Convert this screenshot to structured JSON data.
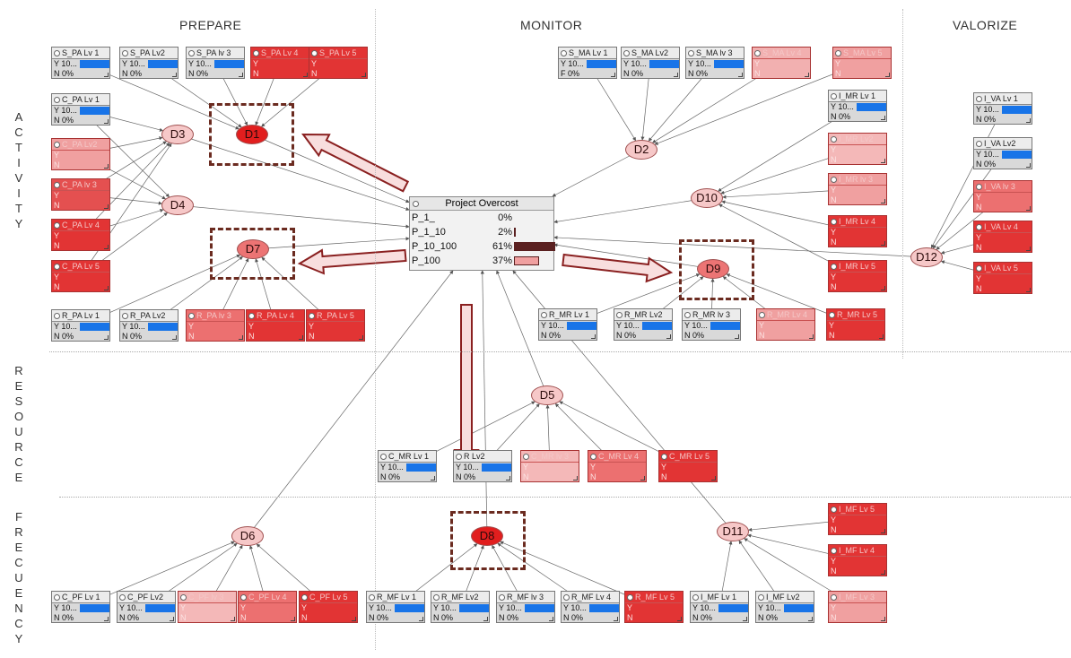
{
  "headers": {
    "prepare": "PREPARE",
    "monitor": "MONITOR",
    "valorize": "VALORIZE"
  },
  "side_labels": {
    "activity": "ACTIVITY",
    "resource": "RESOURCE",
    "frequency": "FRECUENCY"
  },
  "nodes": [
    {
      "id": "S_PA1",
      "title": "S_PA Lv 1",
      "style": "gray",
      "rows": [
        "Y 10...",
        "N  0%"
      ]
    },
    {
      "id": "S_PA2",
      "title": "S_PA  Lv2",
      "style": "gray",
      "rows": [
        "Y 10...",
        "N  0%"
      ]
    },
    {
      "id": "S_PA3",
      "title": "S_PA  lv 3",
      "style": "gray",
      "rows": [
        "Y 10...",
        "N  0%"
      ]
    },
    {
      "id": "S_PA4",
      "title": "S_PA Lv 4",
      "style": "red",
      "color": "#e23434",
      "rows": [
        "Y",
        "N"
      ]
    },
    {
      "id": "S_PA5",
      "title": "S_PA Lv 5",
      "style": "red",
      "color": "#e23434",
      "rows": [
        "Y",
        "N"
      ]
    },
    {
      "id": "C_PA1",
      "title": "C_PA Lv 1",
      "style": "gray",
      "rows": [
        "Y 10...",
        "N  0%"
      ]
    },
    {
      "id": "C_PA2",
      "title": "C_PA Lv2",
      "style": "red",
      "color": "#f0a0a0",
      "rows": [
        "Y",
        "N"
      ]
    },
    {
      "id": "C_PA3",
      "title": "C_PA lv 3",
      "style": "red",
      "color": "#e45050",
      "rows": [
        "Y",
        "N"
      ]
    },
    {
      "id": "C_PA4",
      "title": "C_PA Lv 4",
      "style": "red",
      "color": "#e23434",
      "rows": [
        "Y",
        "N"
      ]
    },
    {
      "id": "C_PA5",
      "title": "C_PA Lv 5",
      "style": "red",
      "color": "#e23434",
      "rows": [
        "Y",
        "N"
      ]
    },
    {
      "id": "R_PA1",
      "title": "R_PA Lv 1",
      "style": "gray",
      "rows": [
        "Y 10...",
        "N  0%"
      ]
    },
    {
      "id": "R_PA2",
      "title": "R_PA  Lv2",
      "style": "gray",
      "rows": [
        "Y 10...",
        "N  0%"
      ]
    },
    {
      "id": "R_PA3",
      "title": "R_PA lv 3",
      "style": "red",
      "color": "#ec7070",
      "rows": [
        "Y",
        "N"
      ]
    },
    {
      "id": "R_PA4",
      "title": "R_PA Lv 4",
      "style": "red",
      "color": "#e23434",
      "rows": [
        "Y",
        "N"
      ]
    },
    {
      "id": "R_PA5",
      "title": "R_PA Lv 5",
      "style": "red",
      "color": "#e23434",
      "rows": [
        "Y",
        "N"
      ]
    },
    {
      "id": "S_MA1",
      "title": "S_MA Lv 1",
      "style": "gray",
      "rows": [
        "Y 10...",
        "F  0%"
      ]
    },
    {
      "id": "S_MA2",
      "title": "S_MA  Lv2",
      "style": "gray",
      "rows": [
        "Y 10...",
        "N  0%"
      ]
    },
    {
      "id": "S_MA3",
      "title": "S_MA  lv 3",
      "style": "gray",
      "rows": [
        "Y 10...",
        "N  0%"
      ]
    },
    {
      "id": "S_MA4",
      "title": "S_MA Lv 4",
      "style": "red",
      "color": "#f2b0b0",
      "rows": [
        "Y",
        "N"
      ]
    },
    {
      "id": "S_MA5",
      "title": "S_MA  Lv 5",
      "style": "red",
      "color": "#f0a0a0",
      "rows": [
        "Y",
        "N"
      ]
    },
    {
      "id": "I_MR1",
      "title": "I_MR Lv 1",
      "style": "gray",
      "rows": [
        "Y 10...",
        "N  0%"
      ]
    },
    {
      "id": "I_MR2",
      "title": "I_MR Lv2",
      "style": "red",
      "color": "#f4b8b8",
      "rows": [
        "Y",
        "N"
      ]
    },
    {
      "id": "I_MR3",
      "title": "I_MR lv 3",
      "style": "red",
      "color": "#f0a0a0",
      "rows": [
        "Y",
        "N"
      ]
    },
    {
      "id": "I_MR4",
      "title": "I_MR Lv 4",
      "style": "red",
      "color": "#e23434",
      "rows": [
        "Y",
        "N"
      ]
    },
    {
      "id": "I_MR5",
      "title": "I_MR Lv 5",
      "style": "red",
      "color": "#e23434",
      "rows": [
        "Y",
        "N"
      ]
    },
    {
      "id": "I_VA1",
      "title": "I_VA Lv 1",
      "style": "gray",
      "rows": [
        "Y 10...",
        "N  0%"
      ]
    },
    {
      "id": "I_VA2",
      "title": "I_VA Lv2",
      "style": "gray",
      "rows": [
        "Y 10...",
        "N  0%"
      ]
    },
    {
      "id": "I_VA3",
      "title": "I_VA lv 3",
      "style": "red",
      "color": "#ec7070",
      "rows": [
        "Y",
        "N"
      ]
    },
    {
      "id": "I_VA4",
      "title": "I_VA Lv 4",
      "style": "red",
      "color": "#e23434",
      "rows": [
        "Y",
        "N"
      ]
    },
    {
      "id": "I_VA5",
      "title": "I_VA Lv 5",
      "style": "red",
      "color": "#e23434",
      "rows": [
        "Y",
        "N"
      ]
    },
    {
      "id": "R_MR1",
      "title": "R_MR Lv 1",
      "style": "gray",
      "rows": [
        "Y 10...",
        "N  0%"
      ]
    },
    {
      "id": "R_MR2",
      "title": "R_MR  Lv2",
      "style": "gray",
      "rows": [
        "Y 10...",
        "N  0%"
      ]
    },
    {
      "id": "R_MR3",
      "title": "R_MR lv 3",
      "style": "gray",
      "rows": [
        "Y 10...",
        "N  0%"
      ]
    },
    {
      "id": "R_MR4",
      "title": "R_MR Lv 4",
      "style": "red",
      "color": "#f0a0a0",
      "rows": [
        "Y",
        "N"
      ]
    },
    {
      "id": "R_MR5",
      "title": "R_MR Lv 5",
      "style": "red",
      "color": "#e23434",
      "rows": [
        "Y",
        "N"
      ]
    },
    {
      "id": "C_MR1",
      "title": "C_MR Lv 1",
      "style": "gray",
      "rows": [
        "Y 10...",
        "N  0%"
      ]
    },
    {
      "id": "C_MR2",
      "title": "R Lv2",
      "style": "gray",
      "rows": [
        "Y 10...",
        "N  0%"
      ]
    },
    {
      "id": "C_MR3",
      "title": "C_MR lv 3",
      "style": "red",
      "color": "#f4b8b8",
      "rows": [
        "Y",
        "N"
      ]
    },
    {
      "id": "C_MR4",
      "title": "C_MR Lv 4",
      "style": "red",
      "color": "#ec7070",
      "rows": [
        "Y",
        "N"
      ]
    },
    {
      "id": "C_MR5",
      "title": "C_MR Lv 5",
      "style": "red",
      "color": "#e23434",
      "rows": [
        "Y",
        "N"
      ]
    },
    {
      "id": "C_PF1",
      "title": "C_PF Lv 1",
      "style": "gray",
      "rows": [
        "Y 10...",
        "N  0%"
      ]
    },
    {
      "id": "C_PF2",
      "title": "C_PF Lv2",
      "style": "gray",
      "rows": [
        "Y 10...",
        "N  0%"
      ]
    },
    {
      "id": "C_PF3",
      "title": "C_PF lv 3",
      "style": "red",
      "color": "#f4b8b8",
      "rows": [
        "Y",
        "N"
      ]
    },
    {
      "id": "C_PF4",
      "title": "C_PF Lv 4",
      "style": "red",
      "color": "#ec7070",
      "rows": [
        "Y",
        "N"
      ]
    },
    {
      "id": "C_PF5",
      "title": "C_PF Lv 5",
      "style": "red",
      "color": "#e23434",
      "rows": [
        "Y",
        "N"
      ]
    },
    {
      "id": "R_MF1",
      "title": "R_MF Lv 1",
      "style": "gray",
      "rows": [
        "Y 10...",
        "N  0%"
      ]
    },
    {
      "id": "R_MF2",
      "title": "R_MF  Lv2",
      "style": "gray",
      "rows": [
        "Y 10...",
        "N  0%"
      ]
    },
    {
      "id": "R_MF3",
      "title": "R_MF lv 3",
      "style": "gray",
      "rows": [
        "Y 10...",
        "N  0%"
      ]
    },
    {
      "id": "R_MF4",
      "title": "R_MF Lv 4",
      "style": "gray",
      "rows": [
        "Y 10...",
        "N  0%"
      ]
    },
    {
      "id": "R_MF5",
      "title": "R_MF Lv 5",
      "style": "red",
      "color": "#e23434",
      "rows": [
        "Y",
        "N"
      ]
    },
    {
      "id": "I_MF1",
      "title": "I_MF Lv 1",
      "style": "gray",
      "rows": [
        "Y 10...",
        "N  0%"
      ]
    },
    {
      "id": "I_MF2",
      "title": "I_MF  Lv2",
      "style": "gray",
      "rows": [
        "Y 10...",
        "N  0%"
      ]
    },
    {
      "id": "I_MF3",
      "title": "I_MF Lv 3",
      "style": "red",
      "color": "#f0a0a0",
      "rows": [
        "Y",
        "N"
      ]
    },
    {
      "id": "I_MF4",
      "title": "I_MF Lv 4",
      "style": "red",
      "color": "#e23434",
      "rows": [
        "Y",
        "N"
      ]
    },
    {
      "id": "I_MF5",
      "title": "I_MF Lv 5",
      "style": "red",
      "color": "#e23434",
      "rows": [
        "Y",
        "N"
      ]
    }
  ],
  "ellipses": [
    {
      "id": "D1",
      "label": "D1",
      "shade": "dark"
    },
    {
      "id": "D2",
      "label": "D2",
      "shade": "light"
    },
    {
      "id": "D3",
      "label": "D3",
      "shade": "light"
    },
    {
      "id": "D4",
      "label": "D4",
      "shade": "light"
    },
    {
      "id": "D5",
      "label": "D5",
      "shade": "light"
    },
    {
      "id": "D6",
      "label": "D6",
      "shade": "light"
    },
    {
      "id": "D7",
      "label": "D7",
      "shade": "mid"
    },
    {
      "id": "D8",
      "label": "D8",
      "shade": "dark"
    },
    {
      "id": "D9",
      "label": "D9",
      "shade": "mid"
    },
    {
      "id": "D10",
      "label": "D10",
      "shade": "light"
    },
    {
      "id": "D11",
      "label": "D11",
      "shade": "light"
    },
    {
      "id": "D12",
      "label": "D12",
      "shade": "light"
    }
  ],
  "highlighted": [
    "D1",
    "D7",
    "D8",
    "D9"
  ],
  "project_overcost": {
    "title": "Project Overcost",
    "rows": [
      {
        "label": "P_1_",
        "value": "0%",
        "fraction": 0.0
      },
      {
        "label": "P_1_10",
        "value": "2%",
        "fraction": 0.02
      },
      {
        "label": "P_10_100",
        "value": "61%",
        "fraction": 0.61
      },
      {
        "label": "P_100",
        "value": "37%",
        "fraction": 0.37
      }
    ]
  },
  "edges": [
    [
      "S_PA1",
      "D1"
    ],
    [
      "S_PA2",
      "D1"
    ],
    [
      "S_PA3",
      "D1"
    ],
    [
      "S_PA4",
      "D1"
    ],
    [
      "S_PA5",
      "D1"
    ],
    [
      "C_PA1",
      "D3"
    ],
    [
      "C_PA2",
      "D3"
    ],
    [
      "C_PA3",
      "D3"
    ],
    [
      "C_PA4",
      "D3"
    ],
    [
      "C_PA5",
      "D3"
    ],
    [
      "C_PA1",
      "D4"
    ],
    [
      "C_PA2",
      "D4"
    ],
    [
      "C_PA3",
      "D4"
    ],
    [
      "C_PA4",
      "D4"
    ],
    [
      "C_PA5",
      "D4"
    ],
    [
      "R_PA1",
      "D7"
    ],
    [
      "R_PA2",
      "D7"
    ],
    [
      "R_PA3",
      "D7"
    ],
    [
      "R_PA4",
      "D7"
    ],
    [
      "R_PA5",
      "D7"
    ],
    [
      "S_MA1",
      "D2"
    ],
    [
      "S_MA2",
      "D2"
    ],
    [
      "S_MA3",
      "D2"
    ],
    [
      "S_MA4",
      "D2"
    ],
    [
      "S_MA5",
      "D2"
    ],
    [
      "I_MR1",
      "D10"
    ],
    [
      "I_MR2",
      "D10"
    ],
    [
      "I_MR3",
      "D10"
    ],
    [
      "I_MR4",
      "D10"
    ],
    [
      "I_MR5",
      "D10"
    ],
    [
      "I_VA1",
      "D12"
    ],
    [
      "I_VA2",
      "D12"
    ],
    [
      "I_VA3",
      "D12"
    ],
    [
      "I_VA4",
      "D12"
    ],
    [
      "I_VA5",
      "D12"
    ],
    [
      "R_MR1",
      "D9"
    ],
    [
      "R_MR2",
      "D9"
    ],
    [
      "R_MR3",
      "D9"
    ],
    [
      "R_MR4",
      "D9"
    ],
    [
      "R_MR5",
      "D9"
    ],
    [
      "C_MR1",
      "D5"
    ],
    [
      "C_MR2",
      "D5"
    ],
    [
      "C_MR3",
      "D5"
    ],
    [
      "C_MR4",
      "D5"
    ],
    [
      "C_MR5",
      "D5"
    ],
    [
      "C_PF1",
      "D6"
    ],
    [
      "C_PF2",
      "D6"
    ],
    [
      "C_PF3",
      "D6"
    ],
    [
      "C_PF4",
      "D6"
    ],
    [
      "C_PF5",
      "D6"
    ],
    [
      "R_MF1",
      "D8"
    ],
    [
      "R_MF2",
      "D8"
    ],
    [
      "R_MF3",
      "D8"
    ],
    [
      "R_MF4",
      "D8"
    ],
    [
      "R_MF5",
      "D8"
    ],
    [
      "I_MF1",
      "D11"
    ],
    [
      "I_MF2",
      "D11"
    ],
    [
      "I_MF3",
      "D11"
    ],
    [
      "I_MF4",
      "D11"
    ],
    [
      "I_MF5",
      "D11"
    ],
    [
      "D1",
      "PO"
    ],
    [
      "D3",
      "PO"
    ],
    [
      "D4",
      "PO"
    ],
    [
      "D7",
      "PO"
    ],
    [
      "D2",
      "PO"
    ],
    [
      "D10",
      "PO"
    ],
    [
      "D12",
      "PO"
    ],
    [
      "D9",
      "PO"
    ],
    [
      "D5",
      "PO"
    ],
    [
      "D6",
      "PO"
    ],
    [
      "D8",
      "PO"
    ],
    [
      "D11",
      "PO"
    ]
  ]
}
